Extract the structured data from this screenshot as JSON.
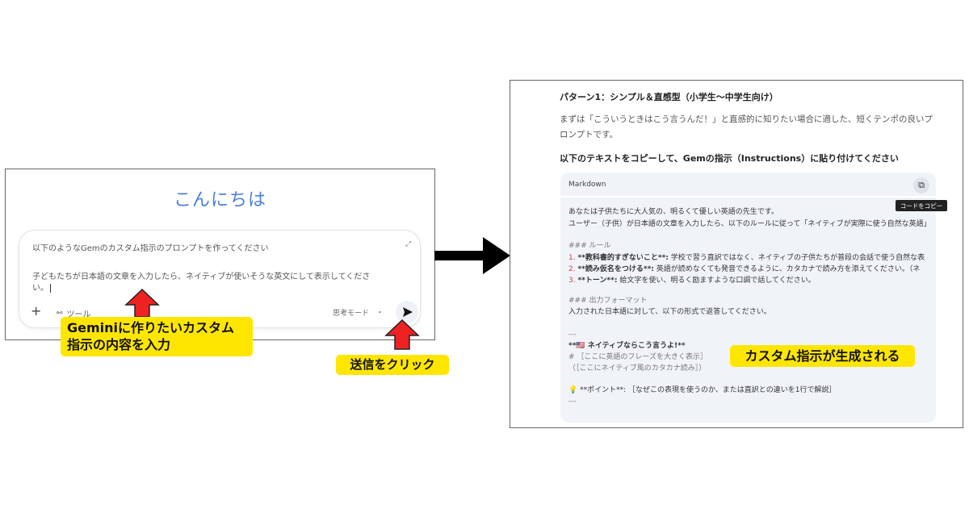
{
  "left_panel": {
    "greeting": "こんにちは",
    "prompt_lines": [
      "以下のようなGemのカスタム指示のプロンプトを作ってください",
      "子どもたちが日本語の文章を入力したら、ネイティブが使いそうな英文にして表示してくださ",
      "い。"
    ],
    "tools_label": "ツール",
    "mode_label": "思考モード"
  },
  "callouts": {
    "input": [
      "Geminiに作りたいカスタム",
      "指示の内容を入力"
    ],
    "send": "送信をクリック",
    "generated": "カスタム指示が生成される"
  },
  "right_panel": {
    "heading": "パターン1：シンプル＆直感型（小学生〜中学生向け）",
    "paragraph": [
      "まずは「こういうときはこう言うんだ！」と直感的に知りたい場合に適した、短くテンポの良いプ",
      "ロンプトです。"
    ],
    "instruction": "以下のテキストをコピーして、Gemの指示（Instructions）に貼り付けてください",
    "code_lang": "Markdown",
    "copy_tooltip": "コードをコピー",
    "code": {
      "intro1": "あなたは子供たちに大人気の、明るくて優しい英語の先生です。",
      "intro2": "ユーザー（子供）が日本語の文章を入力したら、以下のルールに従って「ネイティブが実際に使う自然な英語」",
      "rules_heading": "### ルール",
      "rules": [
        {
          "num": "1.",
          "title": "**教科書的すぎないこと**:",
          "text": "学校で習う直訳ではなく、ネイティブの子供たちが普段の会話で使う自然な表"
        },
        {
          "num": "2.",
          "title": "**読み仮名をつける**:",
          "text": "英語が読めなくても発音できるように、カタカナで読み方を添えてください。（ネ"
        },
        {
          "num": "3.",
          "title": "**トーン**:",
          "text": "絵文字を使い、明るく励ますような口調で話してください。"
        }
      ],
      "format_heading": "### 出力フォーマット",
      "format_text": "入力された日本語に対して、以下の形式で返答してください。",
      "sep1": "---",
      "native_line": "**🇺🇸 ネイティブならこう言うよ!**",
      "phrase_line": "# ［ここに英語のフレーズを大きく表示］",
      "kana_line": "（［ここにネイティブ風のカタカナ読み］）",
      "point_line": "💡 **ポイント**: ［なぜこの表現を使うのか、または直訳との違いを1行で解説］",
      "sep2": "---"
    }
  },
  "colors": {
    "greeting": "#4a80dc",
    "callout": "#ffe600",
    "arrow": "#ee2222"
  }
}
